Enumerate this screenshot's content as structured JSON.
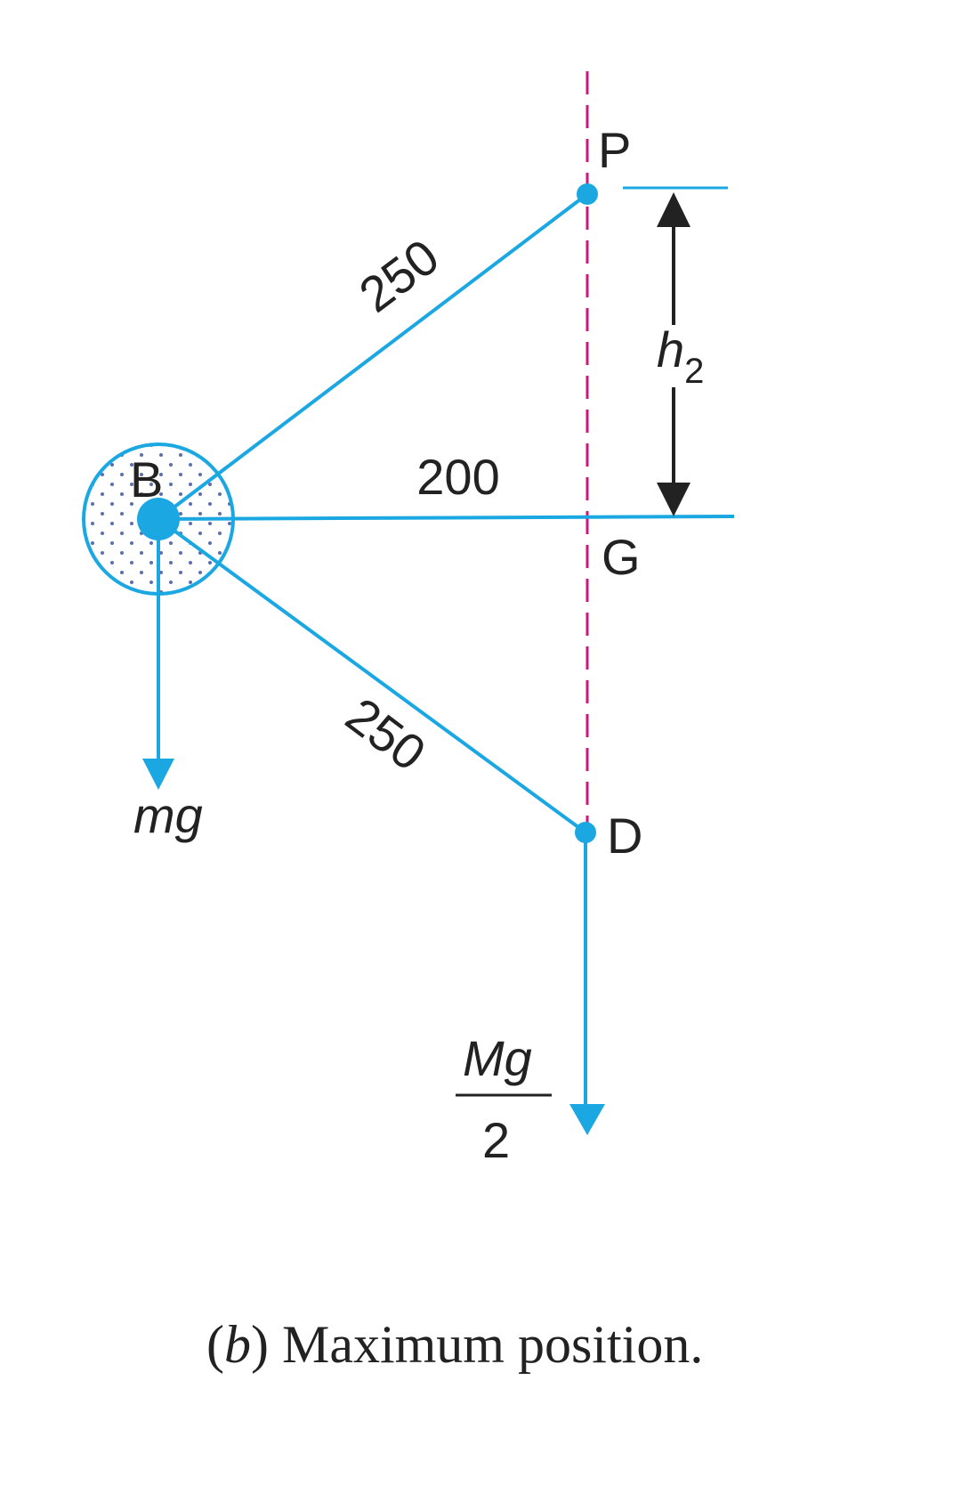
{
  "colors": {
    "line": "#1ba8e2",
    "axis": "#d0157c",
    "text": "#222222"
  },
  "labels": {
    "P": "P",
    "G": "G",
    "D": "D",
    "B": "B",
    "len_bp": "250",
    "len_bg": "200",
    "len_bd": "250",
    "h": "h",
    "h_sub": "2",
    "mg": "mg",
    "Mg": "Mg",
    "two": "2"
  },
  "caption": {
    "open": "(",
    "b": "b",
    "rest": ") Maximum position."
  }
}
